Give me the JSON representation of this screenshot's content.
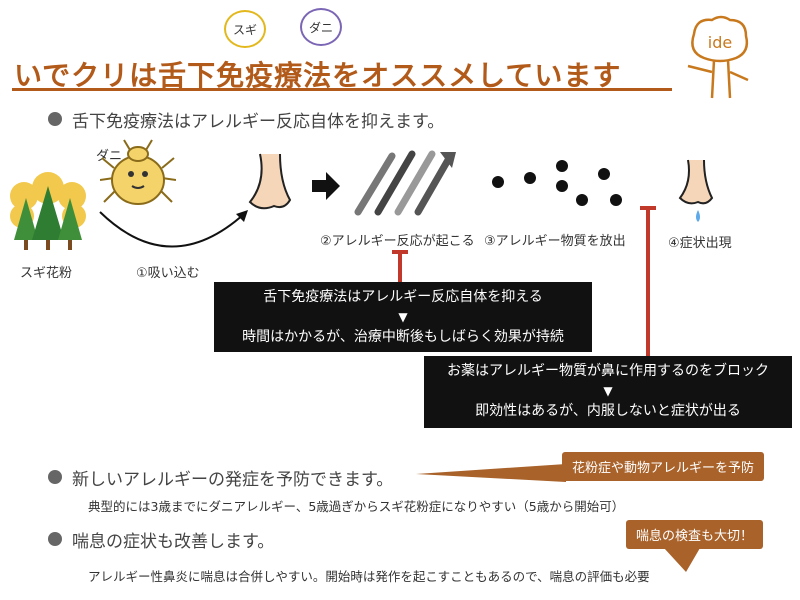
{
  "title": "いでクリは舌下免疫療法をオススメしています",
  "bubbles": {
    "sugi": "スギ",
    "dani": "ダニ"
  },
  "logo": "ide",
  "section1": {
    "heading": "舌下免疫療法はアレルギー反応自体を抑えます。",
    "dani_label": "ダニ",
    "sugi_label": "スギ花粉",
    "step1": "①吸い込む",
    "step2": "②アレルギー反応が起こる",
    "step3": "③アレルギー物質を放出",
    "step4": "④症状出現",
    "box1_line1": "舌下免疫療法はアレルギー反応自体を抑える",
    "box1_line2": "時間はかかるが、治療中断後もしばらく効果が持続",
    "box2_line1": "お薬はアレルギー物質が鼻に作用するのをブロック",
    "box2_line2": "即効性はあるが、内服しないと症状が出る"
  },
  "section2": {
    "heading": "新しいアレルギーの発症を予防できます。",
    "callout": "花粉症や動物アレルギーを予防",
    "detail": "典型的には3歳までにダニアレルギー、5歳過ぎからスギ花粉症になりやすい（5歳から開始可）"
  },
  "section3": {
    "heading": "喘息の症状も改善します。",
    "callout": "喘息の検査も大切！",
    "detail": "アレルギー性鼻炎に喘息は合併しやすい。開始時は発作を起こすこともあるので、喘息の評価も必要"
  },
  "colors": {
    "brand": "#b25a1a",
    "inhibit": "#c0392b",
    "callout": "#a9622a",
    "box": "#111111"
  }
}
